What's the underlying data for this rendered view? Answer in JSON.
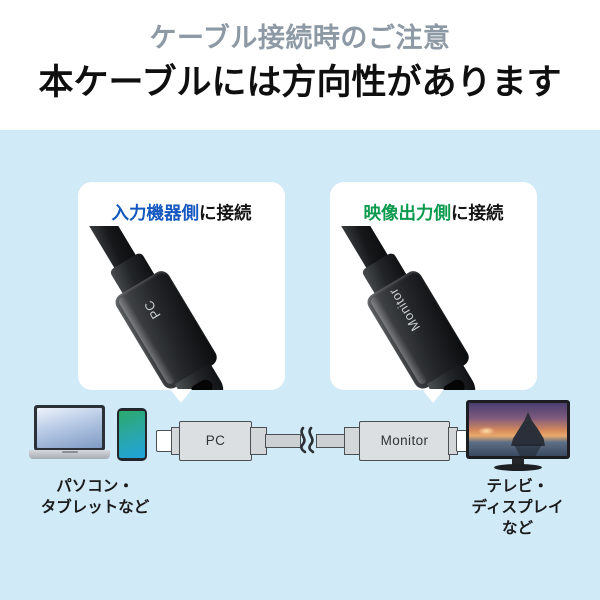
{
  "header": {
    "subtitle": "ケーブル接続時のご注意",
    "title": "本ケーブルには方向性があります",
    "subtitle_color": "#8d9aa5",
    "title_color": "#100f0f"
  },
  "theme": {
    "panel_background": "#d0eaf8",
    "card_background": "#ffffff",
    "accent_blue": "#1558bf",
    "accent_green": "#0c9a4e"
  },
  "callouts": [
    {
      "id": "input-device-side",
      "accent_text": "入力機器側",
      "rest_text": "に接続",
      "accent_color": "#1558bf",
      "plug_label": "PC"
    },
    {
      "id": "video-output-side",
      "accent_text": "映像出力側",
      "rest_text": "に接続",
      "accent_color": "#0c9a4e",
      "plug_label": "Monitor"
    }
  ],
  "diagram": {
    "left_connector_label": "PC",
    "right_connector_label": "Monitor",
    "left_device_label": "パソコン・\nタブレットなど",
    "right_device_label": "テレビ・\nディスプレイ\nなど",
    "devices": {
      "laptop_icon": "laptop-icon",
      "tablet_icon": "tablet-icon",
      "tv_icon": "tv-monitor-icon",
      "break_icon": "cable-break-icon"
    }
  }
}
